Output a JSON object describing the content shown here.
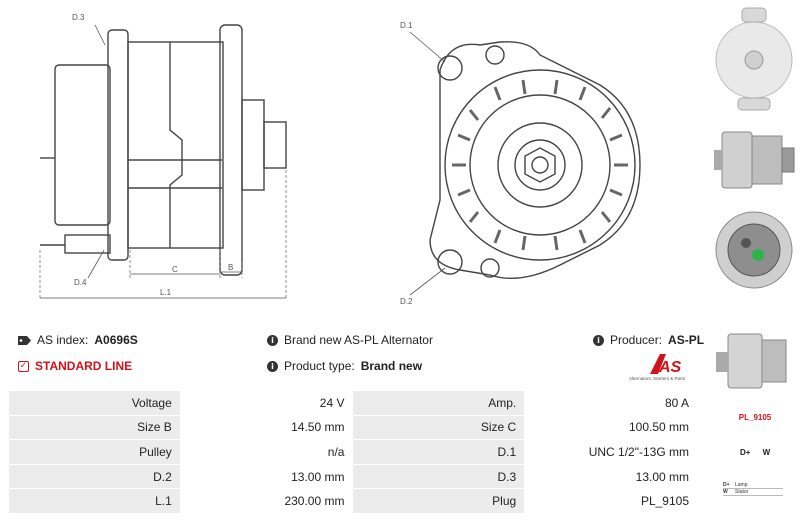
{
  "drawing": {
    "labels": {
      "d3": "D.3",
      "d4": "D.4",
      "c": "C",
      "b": "B",
      "l1": "L.1",
      "d1": "D.1",
      "d2": "D.2"
    }
  },
  "info": {
    "as_index_label": "AS index:",
    "as_index_value": "A0696S",
    "standard_line": "STANDARD LINE",
    "brand_new_text": "Brand new AS-PL Alternator",
    "product_type_label": "Product type:",
    "product_type_value": "Brand new",
    "producer_label": "Producer:",
    "producer_value": "AS-PL"
  },
  "logo": {
    "text": "AS",
    "tagline": "Alternators, Starters & Parts",
    "brand_color": "#d0121b"
  },
  "plug": {
    "code": "PL_9105",
    "pins": "D+ W",
    "legend": [
      {
        "key": "D+",
        "value": "Lamp"
      },
      {
        "key": "W",
        "value": "Stator"
      }
    ]
  },
  "spec_rows": [
    {
      "k1": "Voltage",
      "v1": "24 V",
      "k2": "Amp.",
      "v2": "80 A"
    },
    {
      "k1": "Size B",
      "v1": "14.50 mm",
      "k2": "Size C",
      "v2": "100.50 mm"
    },
    {
      "k1": "Pulley",
      "v1": "n/a",
      "k2": "D.1",
      "v2": "UNC 1/2\"-13G mm"
    },
    {
      "k1": "D.2",
      "v1": "13.00 mm",
      "k2": "D.3",
      "v2": "13.00 mm"
    },
    {
      "k1": "L.1",
      "v1": "230.00 mm",
      "k2": "Plug",
      "v2": "PL_9105"
    }
  ]
}
